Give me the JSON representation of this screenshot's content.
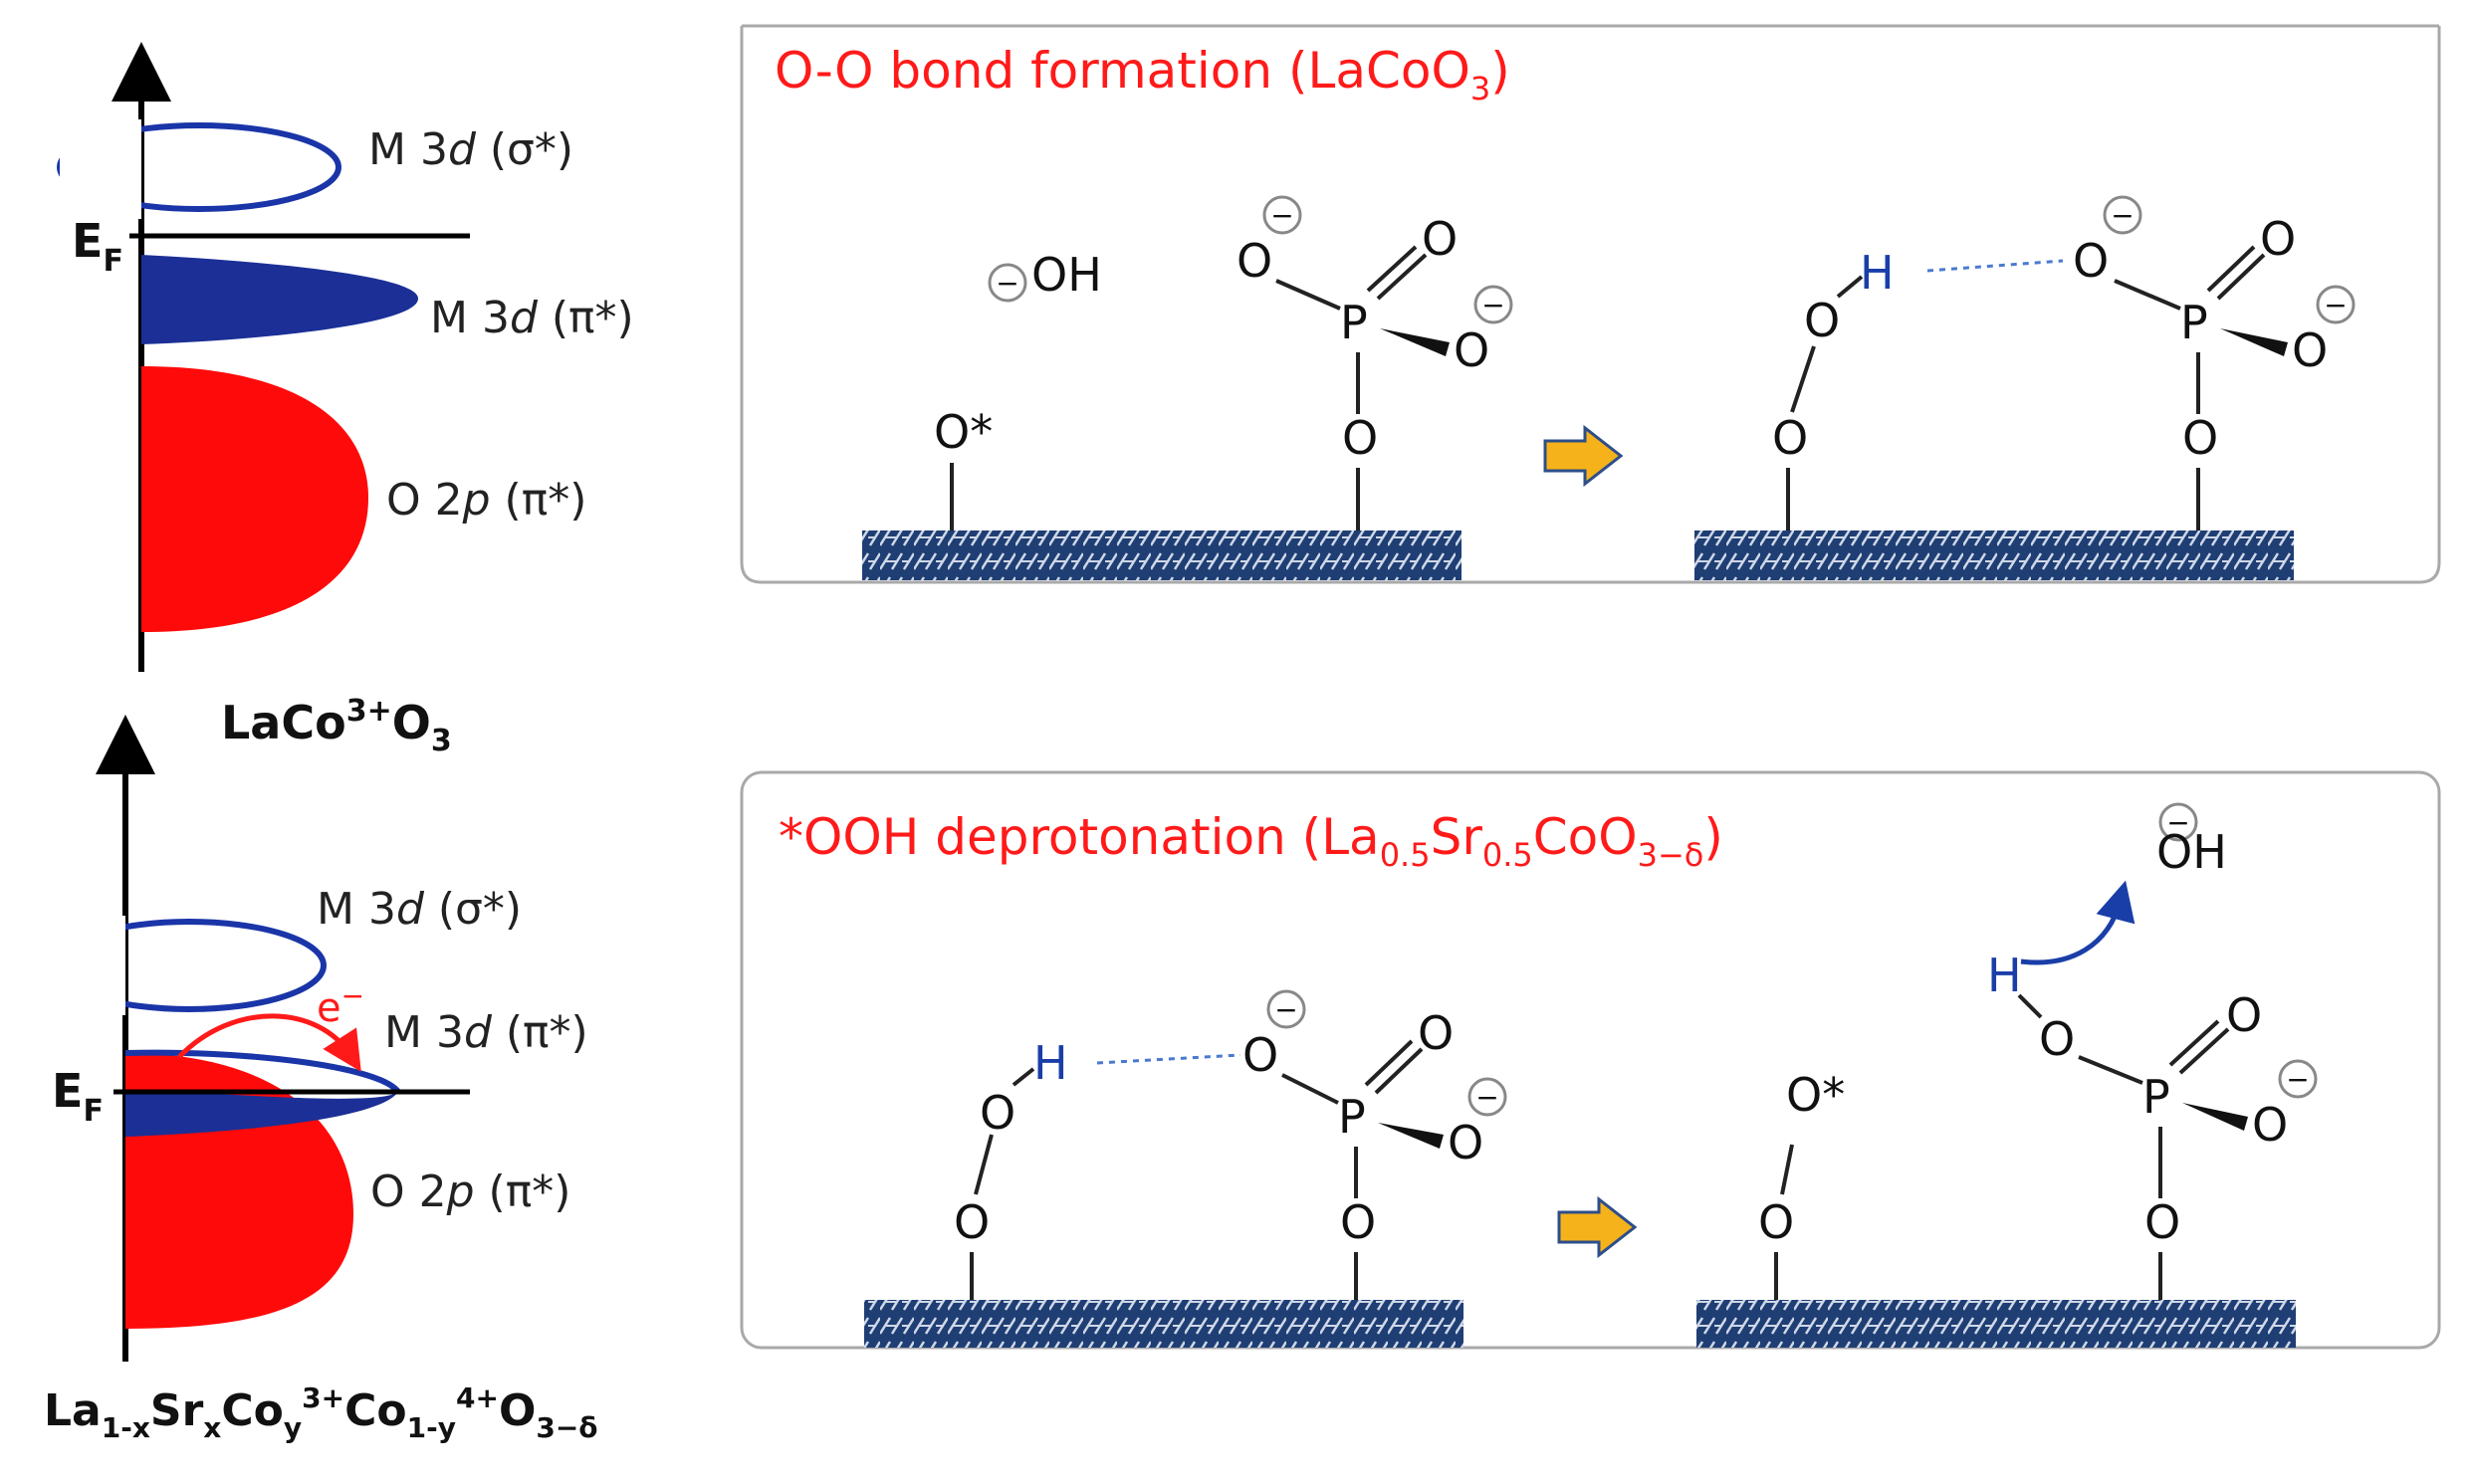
{
  "colors": {
    "conduction_outline": "#1a35a8",
    "valence_fill": "#1b2f96",
    "oxygen_fill": "#ff0a0a",
    "title_red": "#ff1a1a",
    "hydrogen_blue": "#1a3ea8",
    "surface": "#1f3e74",
    "arrow_fill": "#f5b21b",
    "arrow_stroke": "#2d4e8a",
    "panel_border": "#a9a9a9"
  },
  "band_top": {
    "fermi": {
      "main": "E",
      "sub": "F"
    },
    "sigma": {
      "main": "M 3",
      "ital": "d",
      "rest": " (σ*)"
    },
    "pi": {
      "main": "M 3",
      "ital": "d",
      "rest": " (π*)"
    },
    "o2p": {
      "main": "O 2",
      "ital": "p",
      "rest": " (π*)"
    },
    "caption": {
      "a": "LaCo",
      "b": "3+",
      "c": "O",
      "d": "3"
    }
  },
  "band_bottom": {
    "fermi": {
      "main": "E",
      "sub": "F"
    },
    "sigma": {
      "main": "M 3",
      "ital": "d",
      "rest": " (σ*)"
    },
    "pi": {
      "main": "M 3",
      "ital": "d",
      "rest": " (π*)"
    },
    "o2p": {
      "main": "O 2",
      "ital": "p",
      "rest": " (π*)"
    },
    "electron": {
      "main": "e",
      "sup": "−"
    },
    "caption": {
      "p1": "La",
      "s1": "1-x",
      "p2": "Sr",
      "s2": "x",
      "p3": "Co",
      "s3": "y",
      "u3": "3+",
      "p4": "Co",
      "s4": "1-y",
      "u4": "4+",
      "p5": "O",
      "s5": "3−δ"
    }
  },
  "panel_top": {
    "title": {
      "a": "O-O bond formation (LaCoO",
      "sub": "3",
      "b": ")"
    },
    "hydroxide": "OH",
    "adsorbed_o": "O*",
    "atom_o": "O",
    "atom_p": "P",
    "atom_h": "H",
    "charge": "−"
  },
  "panel_bottom": {
    "title": {
      "a": "*OOH deprotonation (La",
      "s1": "0.5",
      "b": "Sr",
      "s2": "0.5",
      "c": "CoO",
      "s3": "3−δ",
      "d": ")"
    },
    "hydroxide": "OH",
    "adsorbed_o": "O*",
    "atom_o": "O",
    "atom_p": "P",
    "atom_h": "H",
    "charge": "−"
  }
}
